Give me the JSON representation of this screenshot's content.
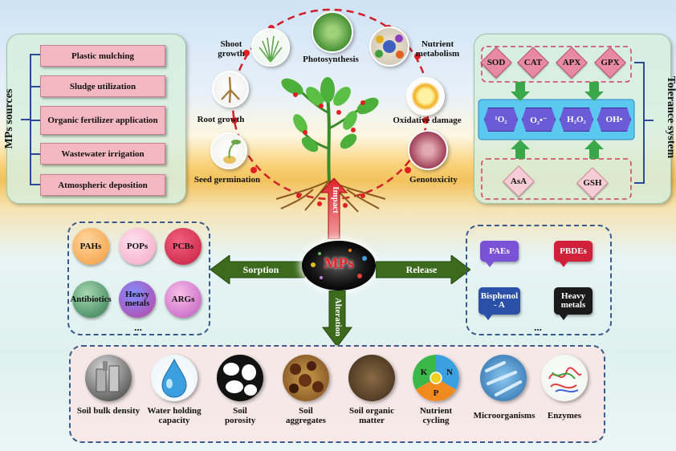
{
  "sources": {
    "title": "MPs sources",
    "items": [
      "Plastic mulching",
      "Sludge utilization",
      "Organic fertilizer application",
      "Wastewater irrigation",
      "Atmospheric deposition"
    ]
  },
  "plant": {
    "labels": {
      "shoot": "Shoot growth",
      "photo": "Photosynthesis",
      "nutrient": "Nutrient metabolism",
      "root": "Root growth",
      "oxidative": "Oxidative damage",
      "seed": "Seed germination",
      "geno": "Genotoxicity"
    },
    "impact": "Impact"
  },
  "tolerance": {
    "title": "Tolerance system",
    "enzymes": [
      "SOD",
      "CAT",
      "APX",
      "GPX"
    ],
    "ros": [
      "¹O₂",
      "O₂•⁻",
      "H₂O₂",
      "OH•"
    ],
    "antioxidants": [
      "AsA",
      "GSH"
    ]
  },
  "center": {
    "label": "MPs",
    "sorption": "Sorption",
    "release": "Release",
    "alteration": "Alteration"
  },
  "sorbed": {
    "items": [
      "PAHs",
      "POPs",
      "PCBs",
      "Antibiotics",
      "Heavy metals",
      "ARGs"
    ],
    "more": "..."
  },
  "released": {
    "items": [
      "PAEs",
      "PBDEs",
      "Bisphenol - A",
      "Heavy metals"
    ],
    "more": "..."
  },
  "soil": {
    "items": [
      "Soil bulk density",
      "Water holding capacity",
      "Soil porosity",
      "Soil aggregates",
      "Soil organic matter",
      "Nutrient cycling",
      "Microorganisms",
      "Enzymes"
    ],
    "nutrient_letters": [
      "K",
      "N",
      "P"
    ]
  },
  "colors": {
    "pink_box": "#f4b8c2",
    "panel": "#d7eede",
    "arrow_green": "#3d6b1e",
    "hex_purple": "#6b5bd6",
    "dashed_red": "#d0202a"
  }
}
